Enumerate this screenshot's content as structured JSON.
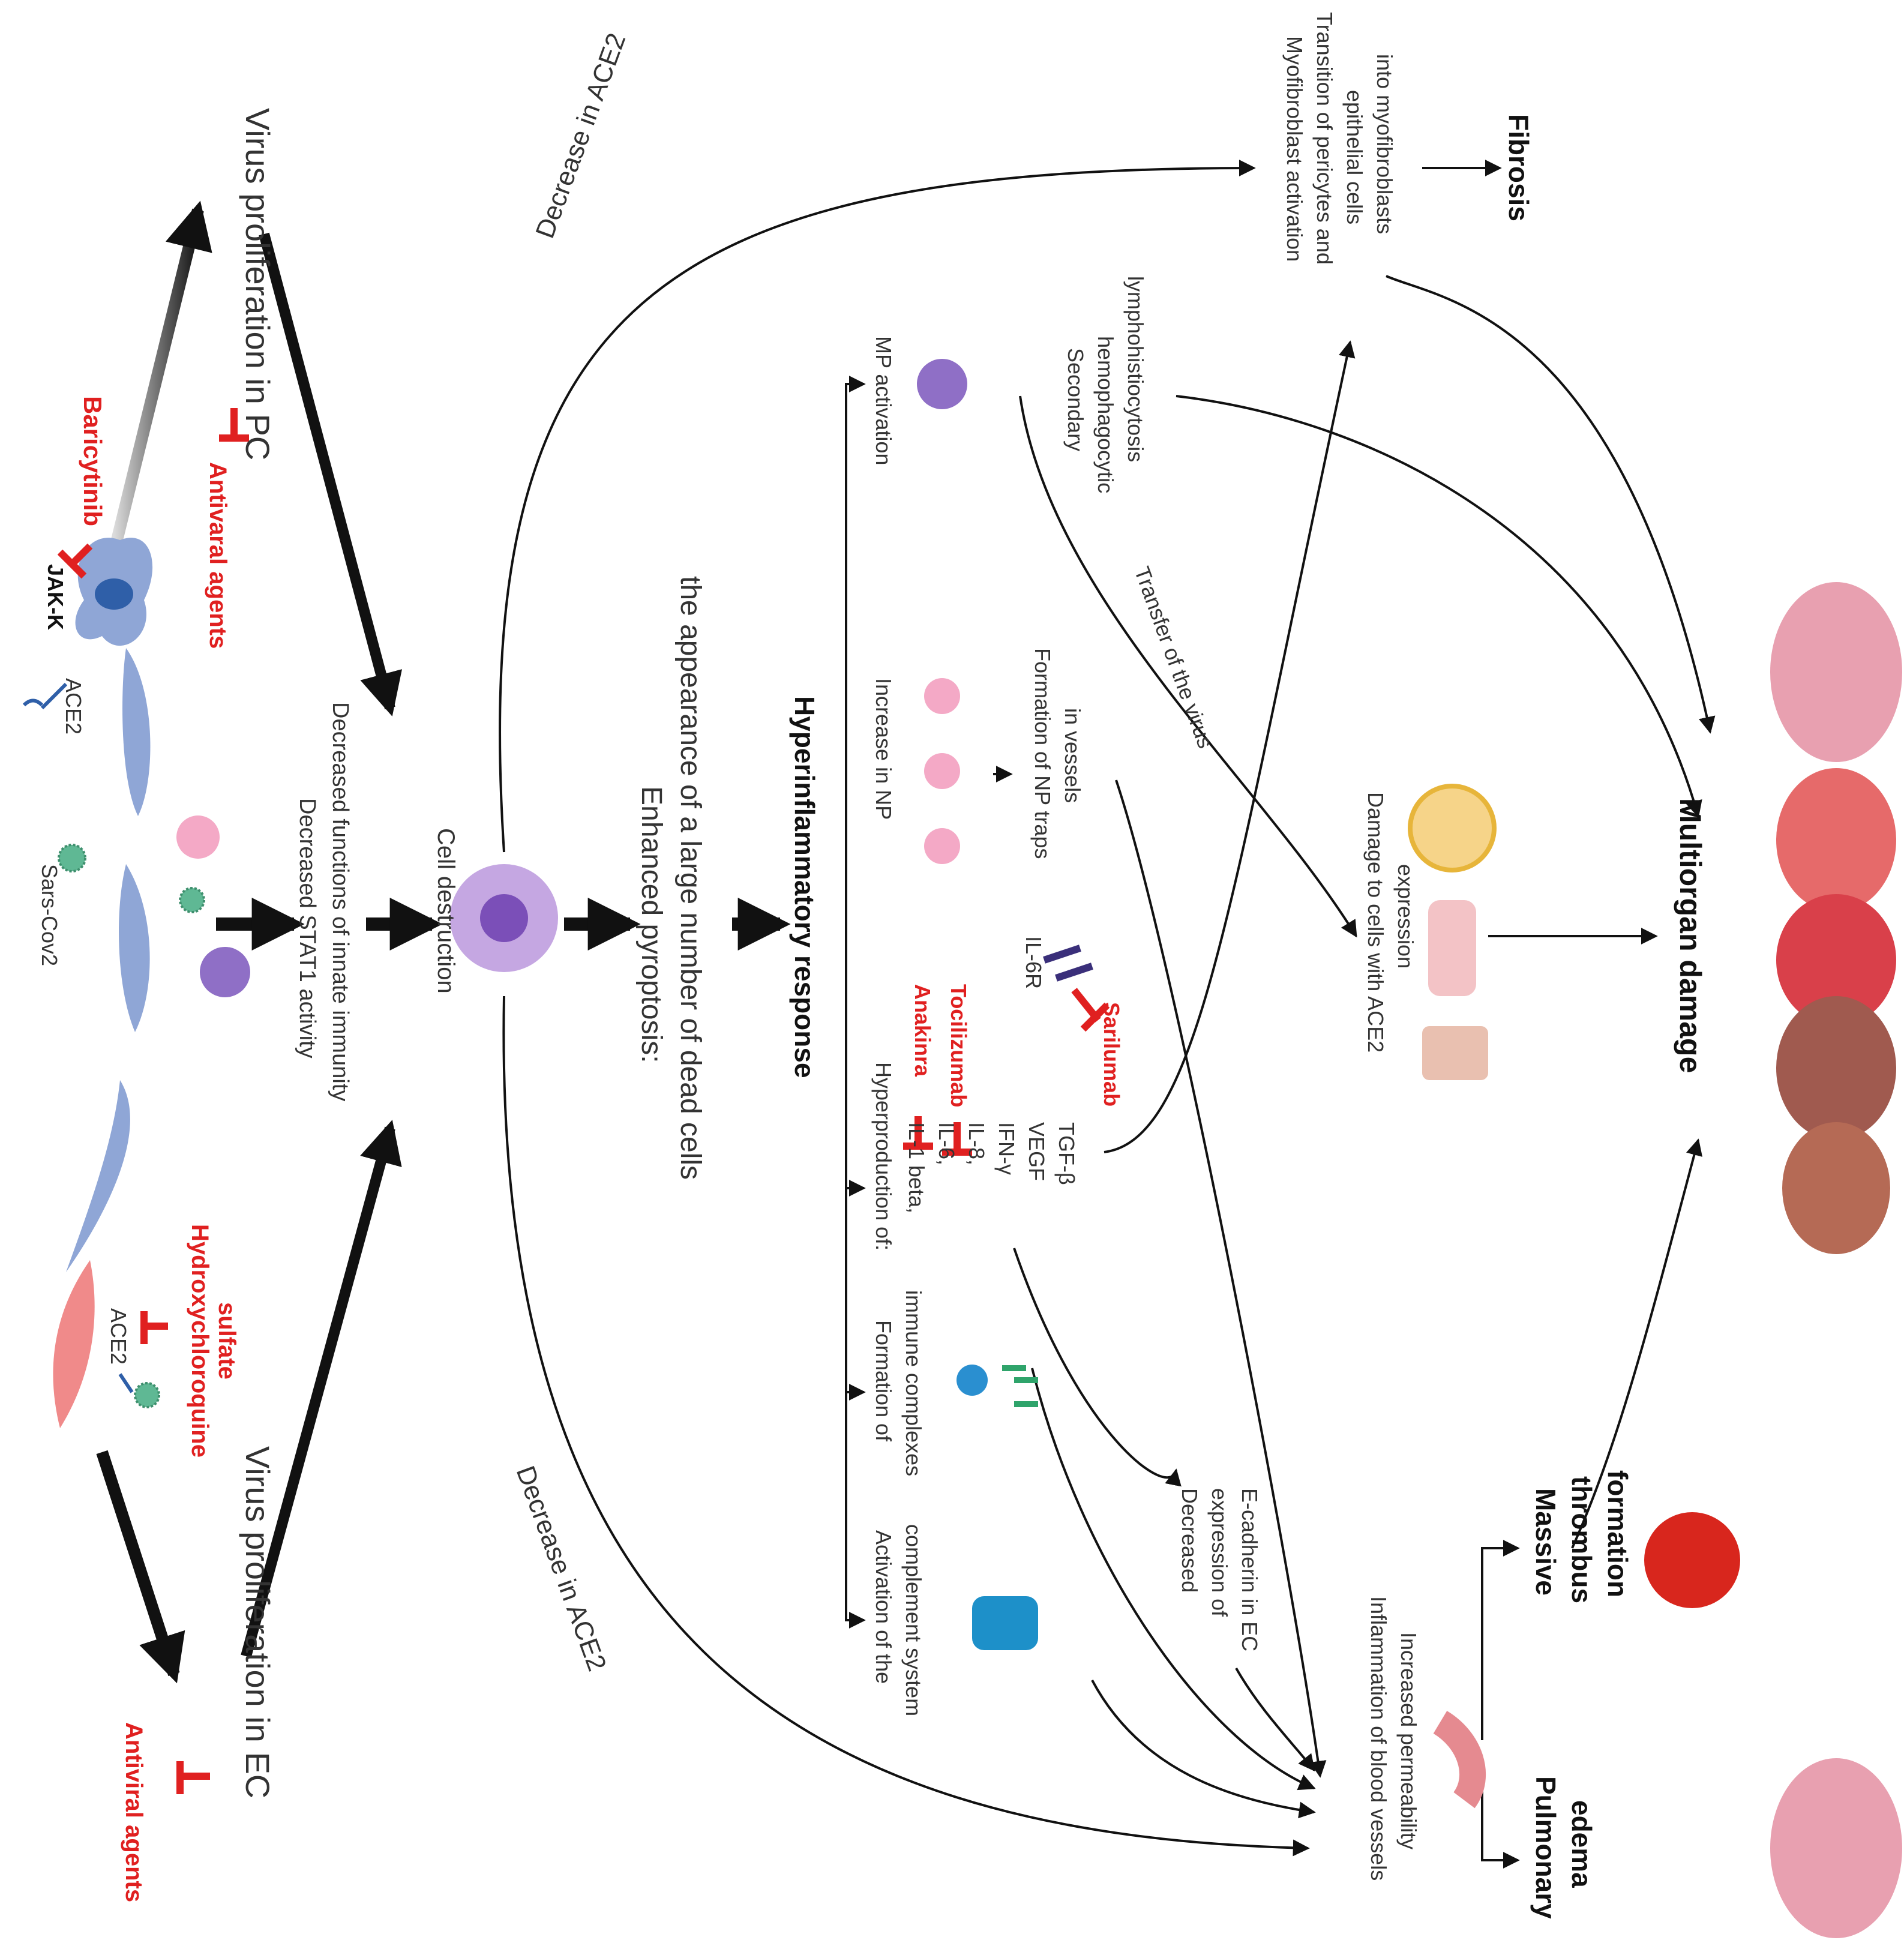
{
  "colors": {
    "inhibitor": "#e02020",
    "text": "#333333",
    "arrow": "#111111",
    "endothelial_cell": "#f08a8a",
    "pericyte": "#8fa6d6",
    "macrophage": "#8f6fc6",
    "neutrophil": "#f4a9c6",
    "virus": "#5fb894",
    "thrombus": "#d8261d",
    "lung": "#e8a0b0"
  },
  "labels": {
    "virus_pc": "Virus proliferation in PC",
    "virus_ec": "Virus proliferation in EC",
    "antiviral_top": "Antivaral agents",
    "antiviral_bottom": "Antiviral agents",
    "baricytinib": "Baricytinib",
    "jakk": "JAK-K",
    "ace2_top": "ACE2",
    "ace2_ec": "ACE2",
    "hcq_line1": "Hydroxychloroquine",
    "hcq_line2": "sulfate",
    "sarscov2": "Sars-Cov2",
    "stat1_line1": "Decreased STAT1 activity",
    "stat1_line2": "Decreased functions of innate immunity",
    "cell_destruction": "Cell destruction",
    "pyroptosis_line1": "Enhanced pyroptosis:",
    "pyroptosis_line2": "the appearance of a large number of dead cells",
    "decrease_ace2_top": "Decrease in ACE2",
    "decrease_ace2_bottom": "Decrease in ACE2",
    "hyperinflammatory": "Hyperinflammatory response",
    "mp_activation": "MP activation",
    "increase_np": "Increase in NP",
    "np_traps_line1": "Formation of NP traps",
    "np_traps_line2": "in vessels",
    "hyperproduction_title": "Hyperproduction of:",
    "cytokines": [
      "IL-1 beta,",
      "IL-6,",
      "IL-8,",
      "IFN-γ",
      "VEGF",
      "TGF-β"
    ],
    "anakinra": "Anakinra",
    "tocilizumab": "Tocilizumab",
    "il6r": "IL-6R",
    "sarilumab": "Sarilumab",
    "immune_complexes_line1": "Formation of",
    "immune_complexes_line2": "immune complexes",
    "complement_line1": "Activation of the",
    "complement_line2": "complement system",
    "ecadherin_line1": "Decreased",
    "ecadherin_line2": "expression of",
    "ecadherin_line3": "E-cadherin in EC",
    "transfer_virus": "Transfer of the virus",
    "shlh_line1": "Secondary",
    "shlh_line2": "hemophagocytic",
    "shlh_line3": "lymphohistiocytosis",
    "myofib_line1": "Myofibroblast activation",
    "myofib_line2": "Transition of pericytes and",
    "myofib_line3": "epithelial cells",
    "myofib_line4": "into myofibroblasts",
    "fibrosis": "Fibrosis",
    "damage_ace2_line1": "Damage to cells with ACE2",
    "damage_ace2_line2": "expression",
    "multiorgan": "Multiorgan damage",
    "inflammation_line1": "Inflammation of blood vessels",
    "inflammation_line2": "Increased permeability",
    "thrombus_line1": "Massive",
    "thrombus_line2": "thrombus",
    "thrombus_line3": "formation",
    "edema_line1": "Pulmonary",
    "edema_line2": "edema"
  }
}
